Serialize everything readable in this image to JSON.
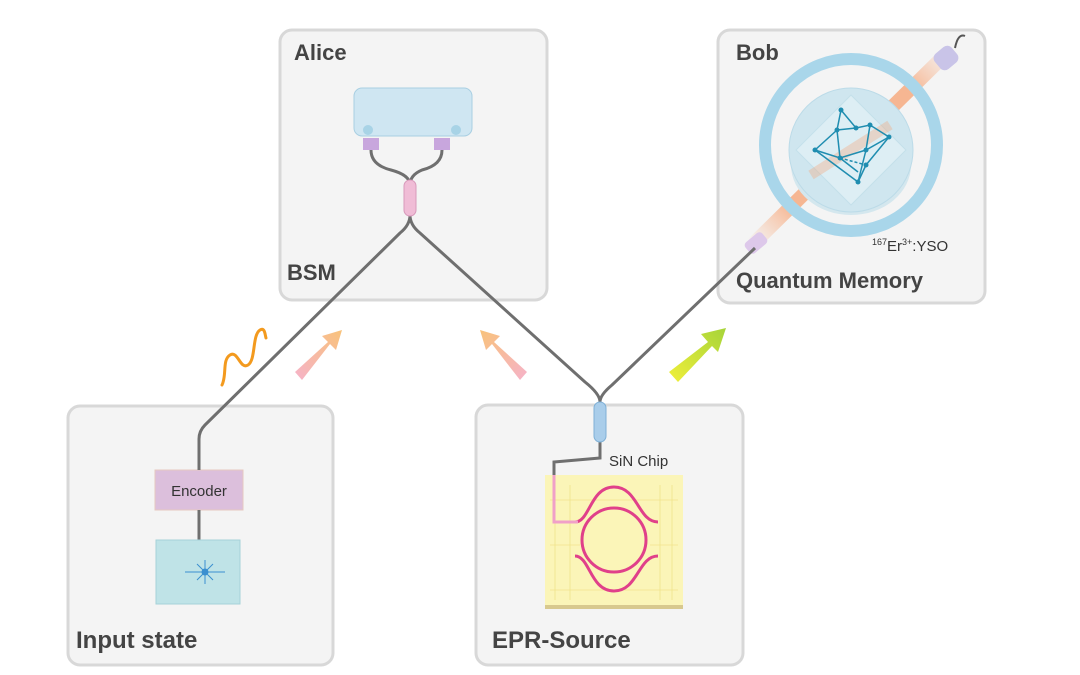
{
  "panels": {
    "alice": {
      "title": "Alice",
      "sublabel": "BSM"
    },
    "bob": {
      "title": "Bob",
      "crystal_label_mass": "167",
      "crystal_label_ion": "Er",
      "crystal_label_charge": "3+",
      "crystal_label_host": ":YSO",
      "sublabel": "Quantum Memory"
    },
    "input": {
      "title": "Input state",
      "encoder_label": "Encoder"
    },
    "epr": {
      "title": "EPR-Source",
      "chip_label": "SiN Chip"
    }
  },
  "colors": {
    "panel_bg": "#f4f4f4",
    "panel_border": "#d6d6d6",
    "fiber": "#6f6f6f",
    "pink_arrow": "#f3a6b8",
    "yellow_arrow": "#c8e23a",
    "photon_wave": "#f39a1e",
    "chip_ring": "#e0408a",
    "memory_ring": "#a9d6ea"
  }
}
